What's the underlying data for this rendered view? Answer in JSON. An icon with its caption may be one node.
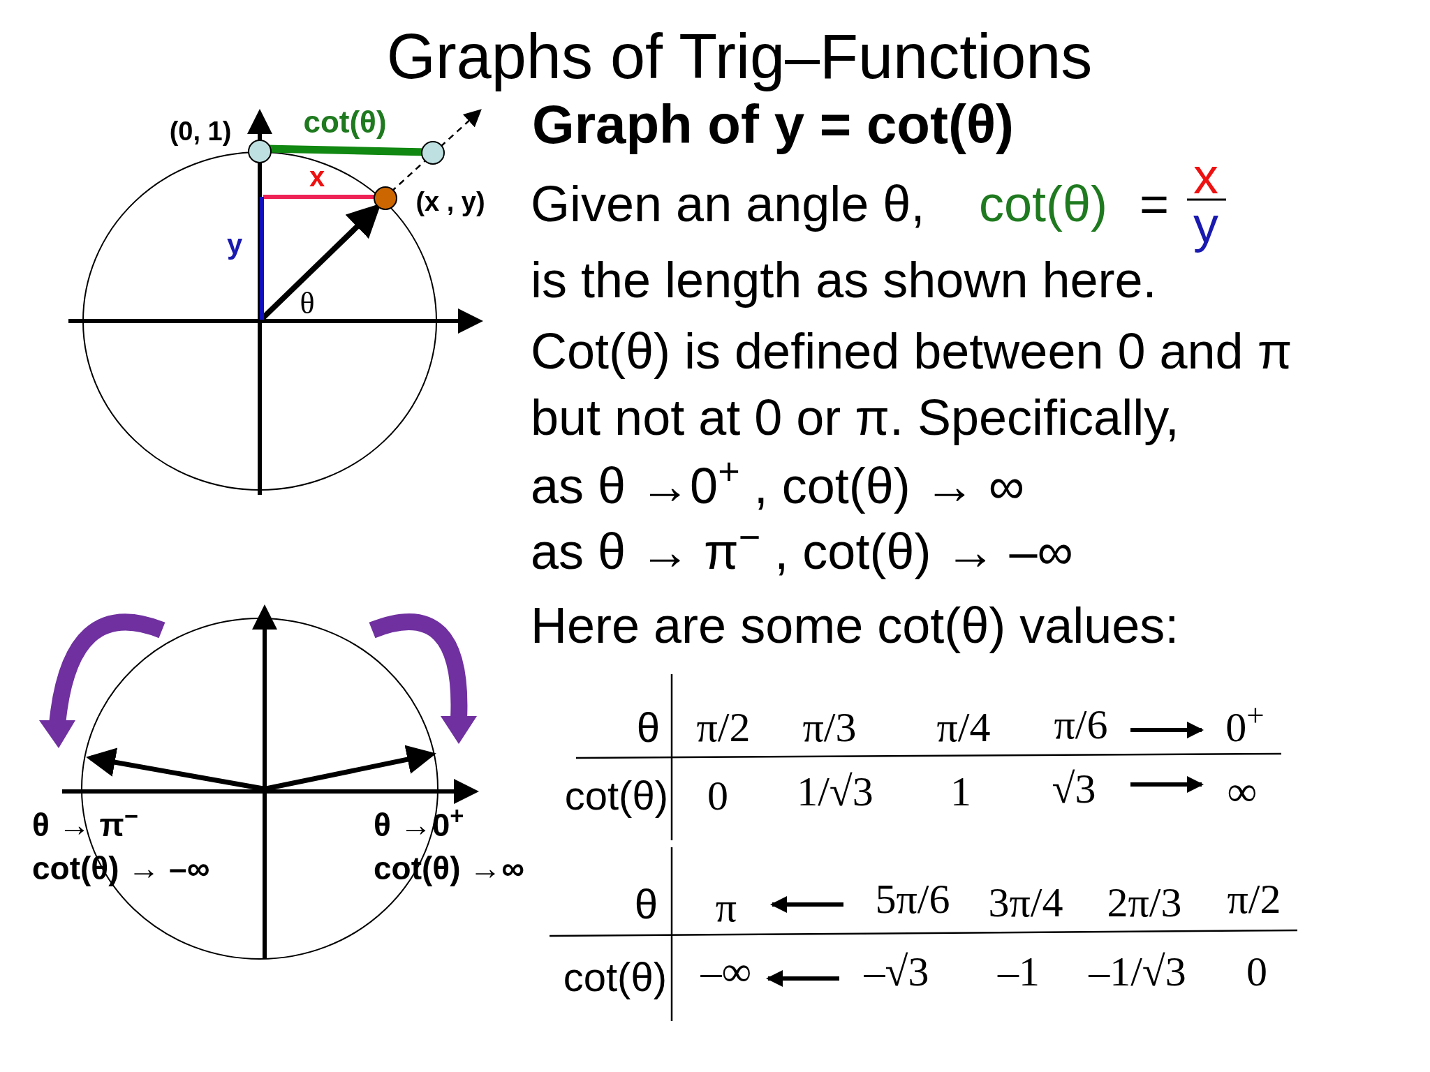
{
  "diagram": {
    "title": "Graphs of Trig–Functions",
    "labels": [
      "Graph of y = cot(θ)",
      "Given an angle θ,",
      "cot(θ)",
      "=",
      "x",
      "y",
      "is the length as shown here.",
      "Cot(θ) is defined between 0 and π",
      "but not at 0 or π. Specifically,",
      "as θ →0$^{+}$ , cot(θ) → ∞",
      "as θ → π$^{−}$ , cot(θ) → –∞",
      "Here are some cot(θ) values:",
      "(0, 1)",
      "cot(θ)",
      "x",
      "(x , y)",
      "y",
      "θ",
      "θ → π$^{−}$",
      "cot(θ) → –∞",
      "θ →0$^{+}$",
      "cot(θ) →∞",
      "θ",
      "π/2",
      "π/3",
      "π/4",
      "π/6",
      "0$^{+}$",
      "cot(θ)",
      "0",
      "1/√3",
      "1",
      "√3",
      "∞",
      "θ",
      "π",
      "5π/6",
      "3π/4",
      "2π/3",
      "π/2",
      "cot(θ)",
      "–∞",
      "–√3",
      "–1",
      "–1/√3",
      "0"
    ]
  }
}
